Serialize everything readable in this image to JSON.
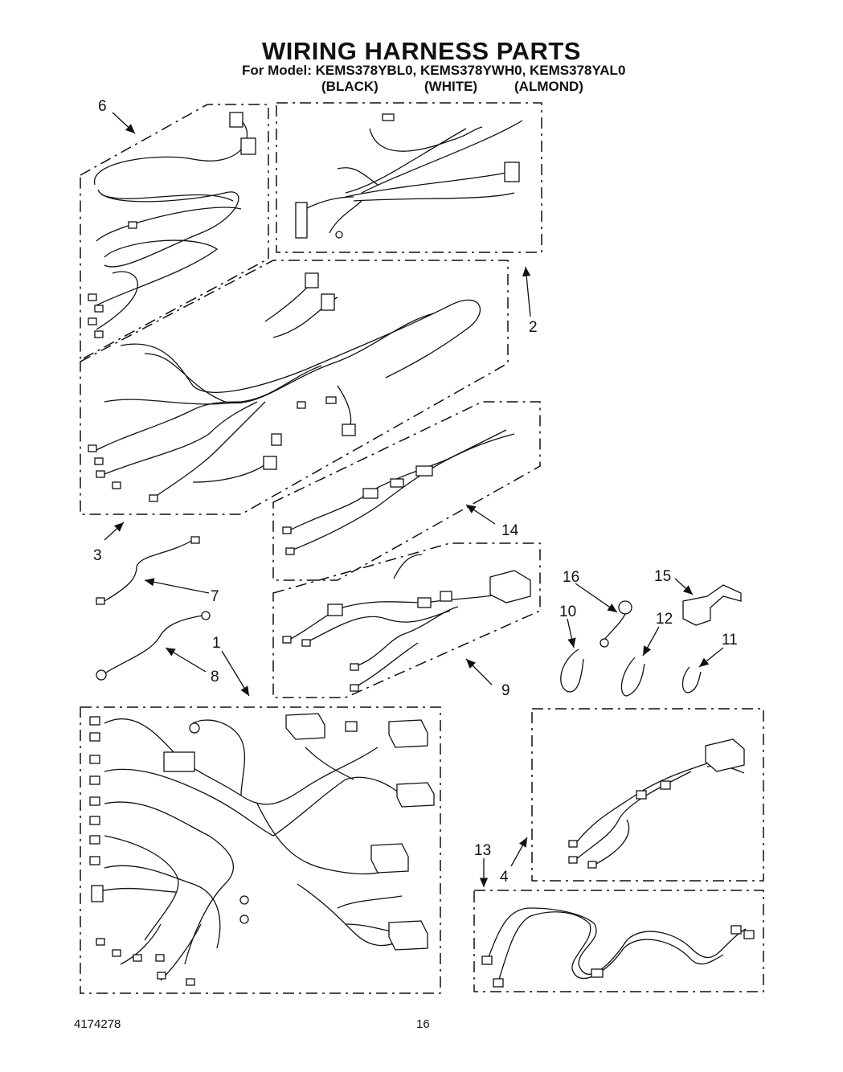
{
  "header": {
    "title": "WIRING HARNESS PARTS",
    "model_line": "For Model: KEMS378YBL0,  KEMS378YWH0,  KEMS378YAL0",
    "colors": [
      "(BLACK)",
      "(WHITE)",
      "(ALMOND)"
    ]
  },
  "callouts": [
    {
      "id": "c6",
      "label": "6"
    },
    {
      "id": "c2",
      "label": "2"
    },
    {
      "id": "c3",
      "label": "3"
    },
    {
      "id": "c14",
      "label": "14"
    },
    {
      "id": "c7",
      "label": "7"
    },
    {
      "id": "c1",
      "label": "1"
    },
    {
      "id": "c8",
      "label": "8"
    },
    {
      "id": "c16",
      "label": "16"
    },
    {
      "id": "c15",
      "label": "15"
    },
    {
      "id": "c10",
      "label": "10"
    },
    {
      "id": "c12",
      "label": "12"
    },
    {
      "id": "c11",
      "label": "11"
    },
    {
      "id": "c9",
      "label": "9"
    },
    {
      "id": "c13",
      "label": "13"
    },
    {
      "id": "c4",
      "label": "4"
    }
  ],
  "footer": {
    "doc_number": "4174278",
    "page_number": "16"
  }
}
